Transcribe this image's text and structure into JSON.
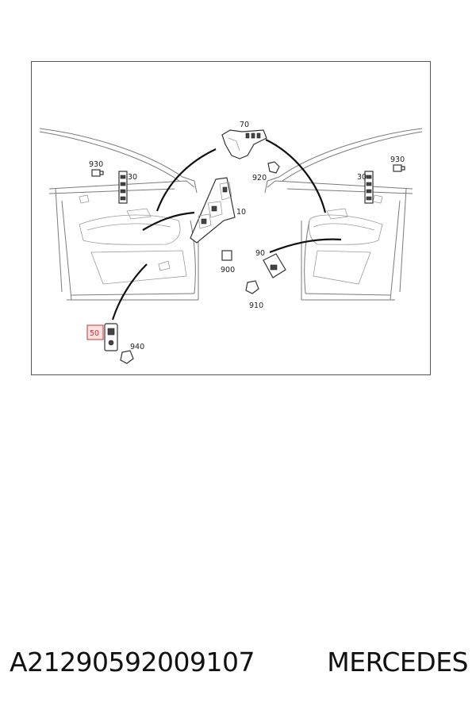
{
  "callouts": {
    "c70": "70",
    "c930_left": "930",
    "c30_left": "30",
    "c920": "920",
    "c10": "10",
    "c900": "900",
    "c930_right": "930",
    "c30_right": "30",
    "c90": "90",
    "c910": "910",
    "c50": "50",
    "c940": "940"
  },
  "highlighted_callout": "50",
  "part_number": "A21290592009107",
  "brand": "MERCEDES",
  "colors": {
    "highlight": "#cc3333",
    "highlight_fill": "#fbe0e0",
    "line": "#7a7a7a",
    "arrow": "#111111"
  }
}
